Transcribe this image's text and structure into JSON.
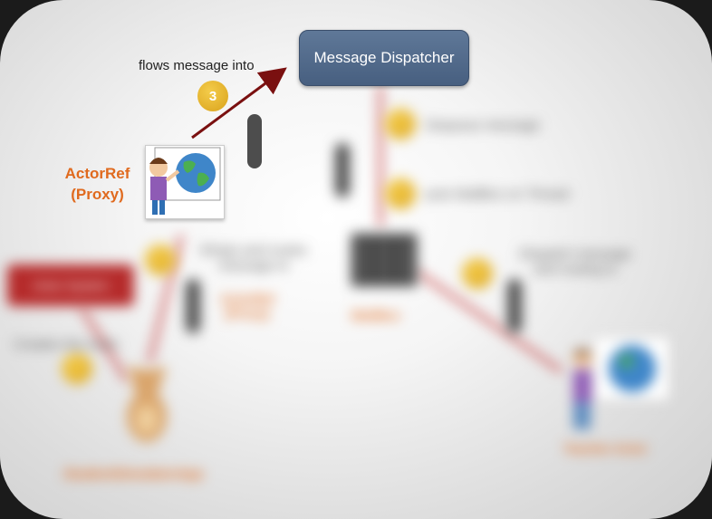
{
  "dispatcher": {
    "label": "Message Dispatcher"
  },
  "steps": {
    "flows_label": "flows message into",
    "badge_3": "3"
  },
  "actor_ref": {
    "line1": "ActorRef",
    "line2": "(Proxy)"
  },
  "blurred": {
    "red_box": "Actor System",
    "dequeue": "Dequeue message",
    "mailbox_thread": "puts MailBox on Thread",
    "wraps": "Wraps and routes message to",
    "actor_ref_orange": "ActorRef (Proxy)",
    "mailbox": "MailBox",
    "dispatch_routing": "Dispatch message and routing to",
    "creates": "Creates the Actor",
    "teacher_actor": "Teacher Actor",
    "student": "StudentSimulatorApp"
  },
  "colors": {
    "dispatcher_bg": "#52698a",
    "arrow": "#7a1010",
    "badge": "#e2af2c",
    "orange_text": "#e06a1e",
    "red_box": "#b52a2a"
  }
}
